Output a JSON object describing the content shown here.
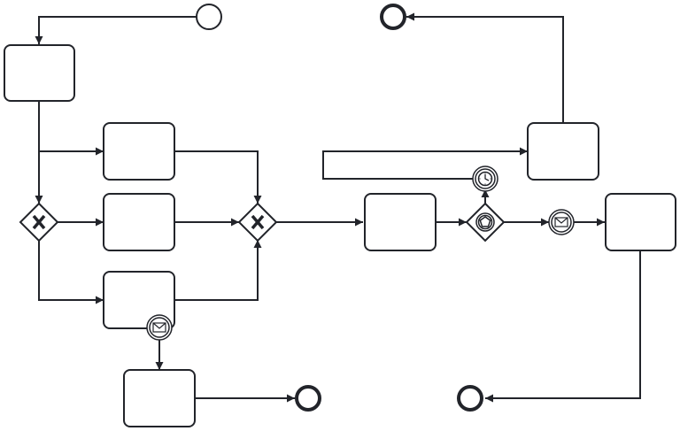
{
  "diagram": {
    "notation": "BPMN",
    "stroke_color": "#22242a",
    "background_color": "#ffffff",
    "start_events": [
      {
        "id": "start"
      }
    ],
    "end_events": [
      {
        "id": "end-top"
      },
      {
        "id": "end-bottom-left"
      },
      {
        "id": "end-bottom-right"
      }
    ],
    "tasks": [
      {
        "id": "task-1",
        "label": ""
      },
      {
        "id": "task-2",
        "label": ""
      },
      {
        "id": "task-3",
        "label": ""
      },
      {
        "id": "task-4",
        "label": ""
      },
      {
        "id": "task-5",
        "label": ""
      },
      {
        "id": "task-6",
        "label": ""
      },
      {
        "id": "task-7",
        "label": ""
      },
      {
        "id": "task-8",
        "label": ""
      },
      {
        "id": "task-9",
        "label": ""
      }
    ],
    "gateways": [
      {
        "id": "gateway-split",
        "type": "exclusive",
        "icon": "x-icon"
      },
      {
        "id": "gateway-merge",
        "type": "exclusive",
        "icon": "x-icon"
      },
      {
        "id": "gateway-event",
        "type": "event-based",
        "icon": "pentagon-icon"
      }
    ],
    "intermediate_events": [
      {
        "id": "message-boundary",
        "icon": "envelope-icon"
      },
      {
        "id": "timer-catch",
        "icon": "clock-icon"
      },
      {
        "id": "message-catch",
        "icon": "envelope-icon"
      }
    ]
  }
}
